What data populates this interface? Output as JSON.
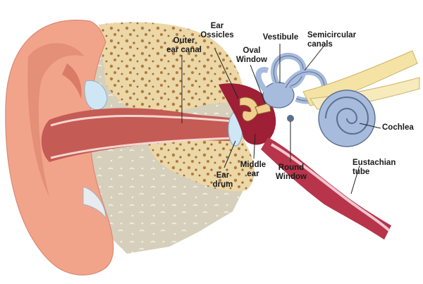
{
  "labels": {
    "outer_ear_canal": [
      "Outer",
      "ear canal"
    ],
    "ear_ossicles": [
      "Ear",
      "Ossicles"
    ],
    "oval_window": [
      "Oval",
      "Window"
    ],
    "vestibule": [
      "Vestibule"
    ],
    "semicircular_canals": [
      "Semicircular",
      "canals"
    ],
    "cochlea": [
      "Cochlea"
    ],
    "eustachian_tube": [
      "Eustachian",
      "tube"
    ],
    "round_window": [
      "Round",
      "Window"
    ],
    "middle_ear": [
      "Middle",
      "ear"
    ],
    "ear_drum": [
      "Ear",
      "drum"
    ]
  },
  "colors": {
    "skin": "#f2a48a",
    "skin_shadow": "#e48f78",
    "bone": "#ecd7a6",
    "bone_spots": "#b07b43",
    "tissue": "#d8d1bd",
    "canal": "#c45b55",
    "inner_ear": "#a7bbdc",
    "nerve": "#f4e3a5",
    "tube": "#b7344a",
    "drum": "#cfe7f5",
    "leader": "#222222"
  }
}
